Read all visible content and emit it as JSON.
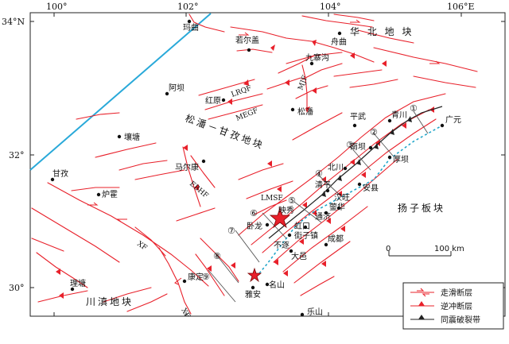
{
  "ticks": {
    "x": [
      "100°",
      "102°",
      "104°",
      "106°E"
    ],
    "y": [
      "34°N",
      "32°",
      "30°"
    ]
  },
  "regions": {
    "songpan": "松潘－甘孜地块",
    "huabei": "华 北 地 块",
    "yangzi": "扬子板块",
    "chuandian": "川滇地块"
  },
  "fault_labels": {
    "lroF": "LRQF",
    "megf": "MEGF",
    "mjf": "MJF",
    "ebhf": "EBHF",
    "lmsf": "LMSF",
    "xf_a": "XF",
    "xf_b": "XF"
  },
  "cities": {
    "maqu": "玛曲",
    "ruoergai": "若尔盖",
    "jiuzhaigou": "九寨沟",
    "zhouqu": "舟曲",
    "aba": "阿坝",
    "hongyuan": "红原",
    "songpan": "松潘",
    "pingwu": "平武",
    "qingchuan": "青川",
    "guangyuan": "广元",
    "rangtang": "壤塘",
    "nanba": "南坝",
    "maerkang": "马尔康",
    "beichuan": "北川",
    "houba": "厚坝",
    "ganzi": "甘孜",
    "qingping": "清平",
    "hanwang": "汉旺",
    "anxian": "安县",
    "luhuo": "炉霍",
    "yingxiu": "映秀",
    "yinghua": "蓥华",
    "tongji": "通济",
    "wolong": "卧龙",
    "hongkou": "虹口",
    "jiezizhen": "街子镇",
    "chengdu": "成都",
    "dayi": "大邑",
    "buxi": "不逐",
    "kangding": "康定",
    "litang": "理塘",
    "mingshan": "名山",
    "yaan": "雅安",
    "leshan": "乐山"
  },
  "circled_numbers": [
    "①",
    "②",
    "③",
    "④",
    "⑤",
    "⑥",
    "⑦",
    "⑧",
    "⑨"
  ],
  "scale": {
    "start": "0",
    "end": "100 km"
  },
  "legend": {
    "strike_slip": "走滑断层",
    "thrust": "逆冲断层",
    "rupture": "同震破裂带"
  },
  "colors": {
    "fault": "#e8202a",
    "boundary": "#29a9d9",
    "rupture": "#1aa3c8",
    "star": "#e8202a"
  },
  "icons": {
    "epicenter": "star-icon",
    "city": "dot-icon"
  }
}
